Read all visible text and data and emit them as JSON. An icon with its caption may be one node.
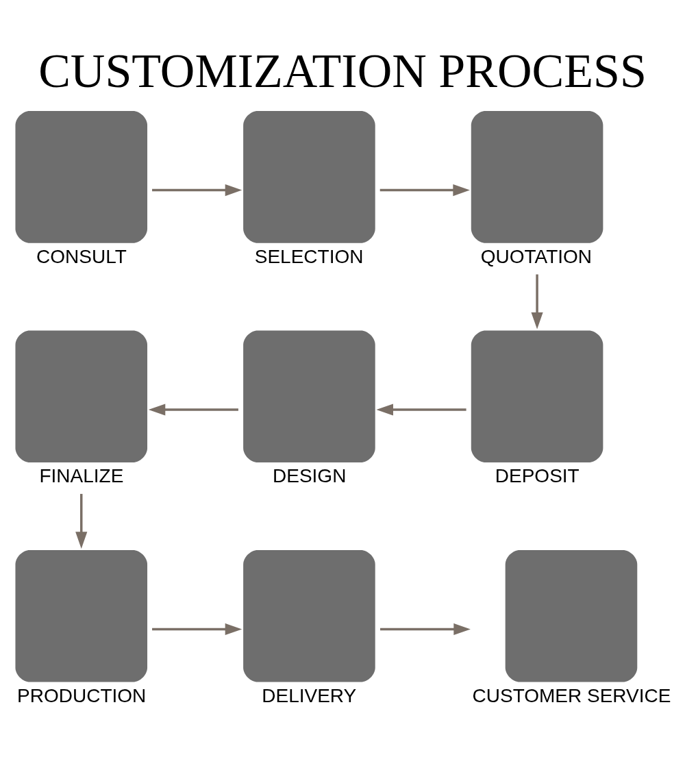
{
  "diagram": {
    "title": "CUSTOMIZATION PROCESS",
    "nodes": [
      {
        "text": [
          "CONSULT"
        ]
      },
      {
        "text": [
          "SELECTION"
        ]
      },
      {
        "text": [
          "QUOTATION"
        ]
      },
      {
        "text": [
          "DEPOSIT"
        ]
      },
      {
        "text": [
          "DESIGN"
        ]
      },
      {
        "text": [
          "FINALIZE"
        ]
      },
      {
        "text": [
          "PRODUCTION"
        ]
      },
      {
        "text": [
          "DELIVERY"
        ]
      },
      {
        "text": [
          "CUSTOMER SERVICE"
        ]
      }
    ],
    "edges": [
      {
        "from": 0,
        "to": 1,
        "arrow": "to"
      },
      {
        "from": 1,
        "to": 2,
        "arrow": "to"
      },
      {
        "from": 2,
        "to": 3,
        "arrow": "to"
      },
      {
        "from": 3,
        "to": 4,
        "arrow": "to"
      },
      {
        "from": 4,
        "to": 5,
        "arrow": "to"
      },
      {
        "from": 5,
        "to": 6,
        "arrow": "to"
      },
      {
        "from": 6,
        "to": 7,
        "arrow": "to"
      },
      {
        "from": 7,
        "to": 8,
        "arrow": "to"
      }
    ]
  }
}
